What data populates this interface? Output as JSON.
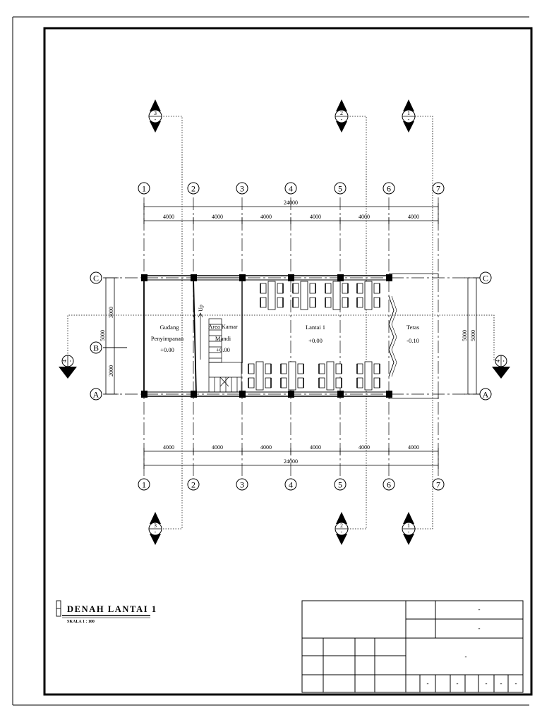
{
  "drawing": {
    "title": "DENAH LANTAI 1",
    "scale_label": "SKALA  1 : 100"
  },
  "dimensions": {
    "overall": "24000",
    "bays": [
      "4000",
      "4000",
      "4000",
      "4000",
      "4000",
      "4000"
    ],
    "left_overall": "5000",
    "left_upper": "3000",
    "left_lower": "2000",
    "right_outer": "5000",
    "right_inner": "5000"
  },
  "grid": {
    "columns": [
      "1",
      "2",
      "3",
      "4",
      "5",
      "6",
      "7"
    ],
    "rows": [
      "C",
      "B",
      "A"
    ]
  },
  "sections": {
    "top": [
      {
        "num": "3",
        "ref": "-"
      },
      {
        "num": "2",
        "ref": "-"
      },
      {
        "num": "1",
        "ref": "-"
      }
    ],
    "bottom": [
      {
        "num": "3",
        "ref": "-"
      },
      {
        "num": "2",
        "ref": "-"
      },
      {
        "num": "1",
        "ref": "-"
      }
    ],
    "side": [
      {
        "num": "4",
        "ref": "-"
      },
      {
        "num": "4",
        "ref": "-"
      }
    ]
  },
  "rooms": [
    {
      "name": "Gudang",
      "name2": "Penyimpanan",
      "level": "+0.00"
    },
    {
      "name": "Area Kamar",
      "name2": "Mandi",
      "level": "+0.00"
    },
    {
      "name": "Lantai 1",
      "name2": "",
      "level": "+0.00"
    },
    {
      "name": "Teras",
      "name2": "",
      "level": "-0.10"
    }
  ],
  "stair_label": "Up",
  "title_block": {
    "field_a": "-",
    "field_b": "-",
    "field_c": "-",
    "bottom_cells": [
      "-",
      "-",
      "-",
      "-",
      "-"
    ]
  }
}
